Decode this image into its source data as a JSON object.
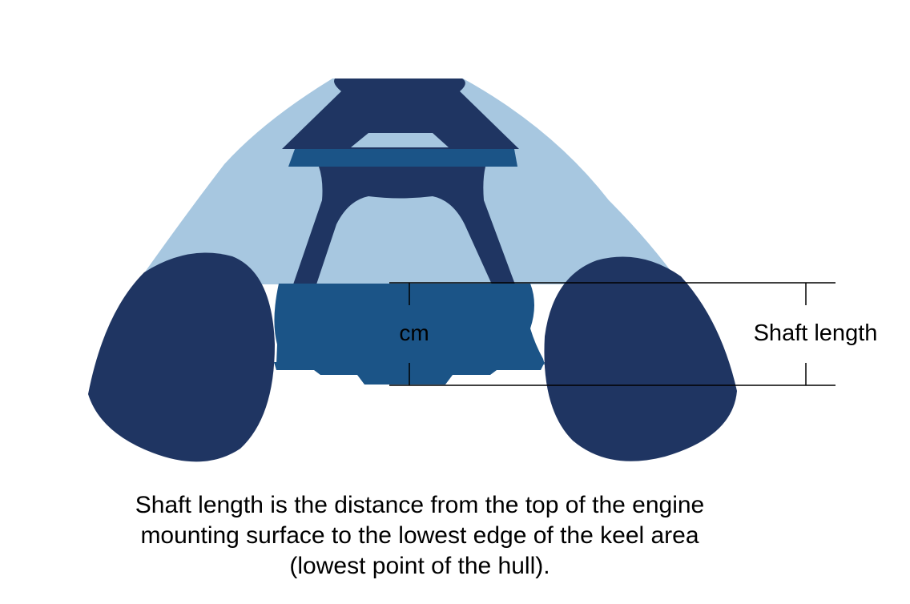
{
  "diagram": {
    "unit_label": "cm",
    "dimension_label": "Shaft length",
    "caption": [
      "Shaft length is the distance from the top of the engine",
      "mounting surface to the lowest edge of the keel area",
      "(lowest point of the hull)."
    ]
  },
  "colors": {
    "hull_light": "#a7c7e0",
    "hull_dark": "#1f3562",
    "transom_mid": "#1b5487",
    "dimension_line": "#000000",
    "background": "#ffffff"
  }
}
